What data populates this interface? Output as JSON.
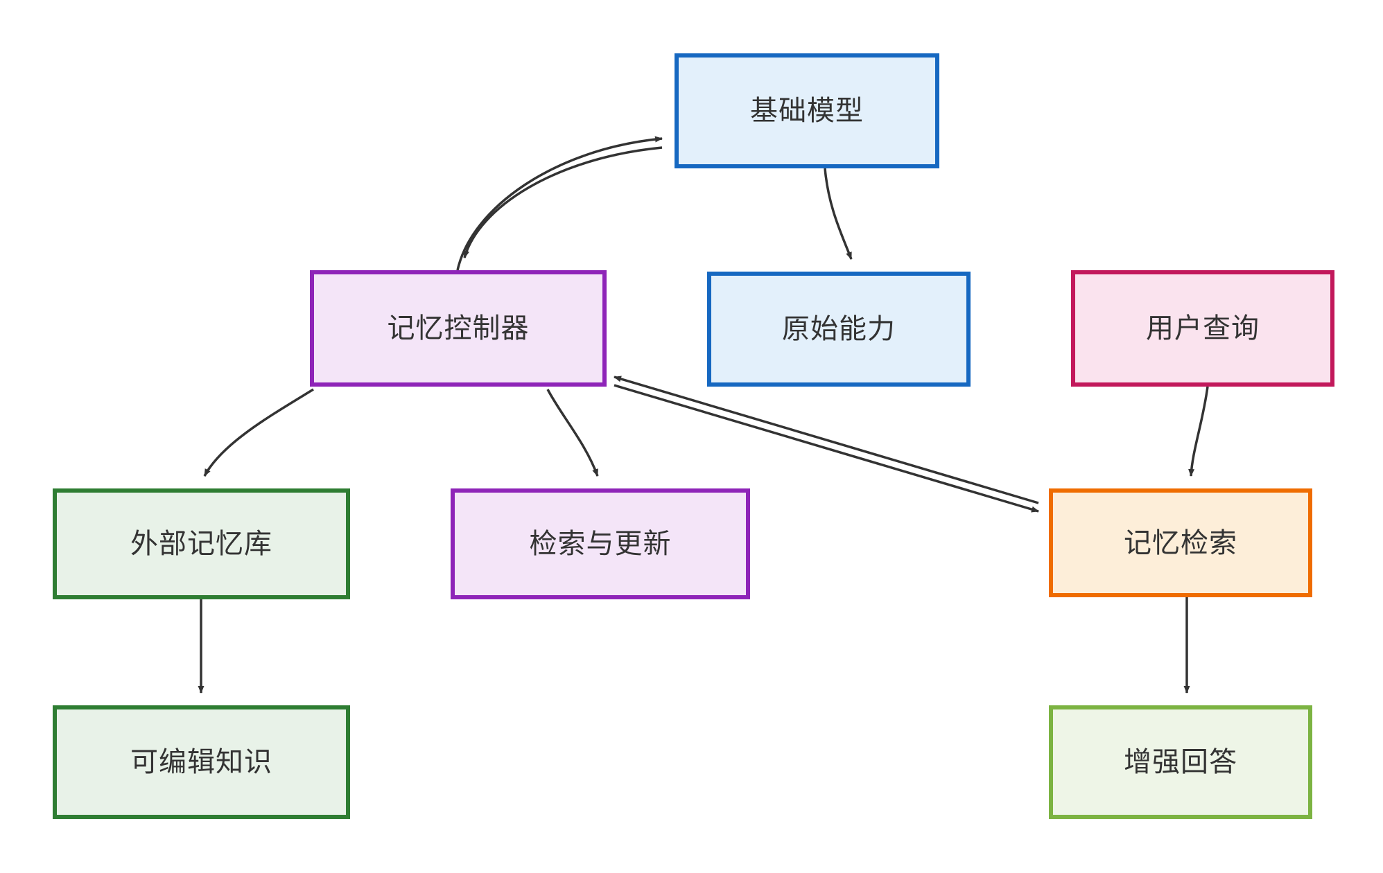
{
  "diagram": {
    "type": "flowchart",
    "direction": "top-down",
    "background": "#ffffff",
    "edge_color": "#333333",
    "text_color": "#333333",
    "nodes": [
      {
        "id": "foundation-model",
        "label": "基础模型",
        "border_color": "#1668c1",
        "fill_color": "#e3f0fb"
      },
      {
        "id": "memory-controller",
        "label": "记忆控制器",
        "border_color": "#8e24b8",
        "fill_color": "#f4e5f8"
      },
      {
        "id": "original-ability",
        "label": "原始能力",
        "border_color": "#1668c1",
        "fill_color": "#e3f0fb"
      },
      {
        "id": "user-query",
        "label": "用户查询",
        "border_color": "#c2185b",
        "fill_color": "#fae3ee"
      },
      {
        "id": "external-memory",
        "label": "外部记忆库",
        "border_color": "#2e7d32",
        "fill_color": "#e8f2e8"
      },
      {
        "id": "retrieve-update",
        "label": "检索与更新",
        "border_color": "#8e24b8",
        "fill_color": "#f4e5f8"
      },
      {
        "id": "memory-retrieval",
        "label": "记忆检索",
        "border_color": "#ef6c00",
        "fill_color": "#fdeed9"
      },
      {
        "id": "editable-knowledge",
        "label": "可编辑知识",
        "border_color": "#2e7d32",
        "fill_color": "#e8f2e8"
      },
      {
        "id": "enhanced-answer",
        "label": "增强回答",
        "border_color": "#7cb342",
        "fill_color": "#eef5e7"
      }
    ],
    "edges": [
      {
        "from": "memory-controller",
        "to": "foundation-model",
        "style": "curved",
        "arrow": "end"
      },
      {
        "from": "foundation-model",
        "to": "memory-controller",
        "style": "curved",
        "arrow": "end"
      },
      {
        "from": "foundation-model",
        "to": "original-ability",
        "style": "curved",
        "arrow": "end"
      },
      {
        "from": "memory-controller",
        "to": "external-memory",
        "style": "curved",
        "arrow": "end"
      },
      {
        "from": "memory-controller",
        "to": "retrieve-update",
        "style": "curved",
        "arrow": "end"
      },
      {
        "from": "memory-controller",
        "to": "memory-retrieval",
        "style": "straight",
        "arrow": "end"
      },
      {
        "from": "memory-retrieval",
        "to": "memory-controller",
        "style": "straight",
        "arrow": "end"
      },
      {
        "from": "user-query",
        "to": "memory-retrieval",
        "style": "curved",
        "arrow": "end"
      },
      {
        "from": "external-memory",
        "to": "editable-knowledge",
        "style": "straight",
        "arrow": "end"
      },
      {
        "from": "memory-retrieval",
        "to": "enhanced-answer",
        "style": "straight",
        "arrow": "end"
      }
    ]
  }
}
